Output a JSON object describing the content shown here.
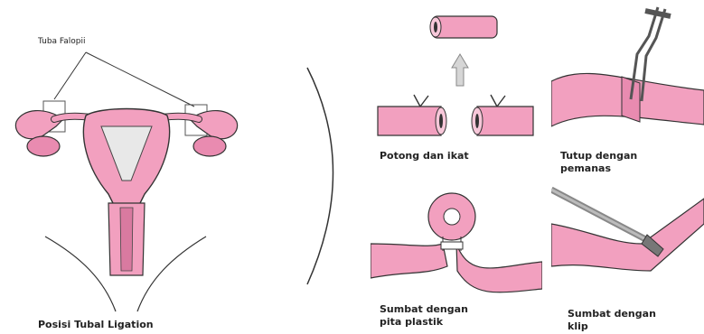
{
  "colors": {
    "tissue_fill": "#f2a0bf",
    "tissue_light": "#f7c7d9",
    "tissue_shadow": "#c96a90",
    "outline": "#333333",
    "cavity": "#e8e8e8",
    "clip_grey": "#9a9a9a",
    "arrow_grey": "#d6d6d6"
  },
  "labels": {
    "tuba_falopii": "Tuba Falopii",
    "posisi": "Posisi Tubal Ligation",
    "potong": "Potong dan ikat",
    "tutup_line1": "Tutup dengan",
    "tutup_line2": "pemanas",
    "sumbat_plastik_line1": "Sumbat dengan",
    "sumbat_plastik_line2": "pita plastik",
    "sumbat_klip_line1": "Sumbat dengan",
    "sumbat_klip_line2": "klip"
  }
}
